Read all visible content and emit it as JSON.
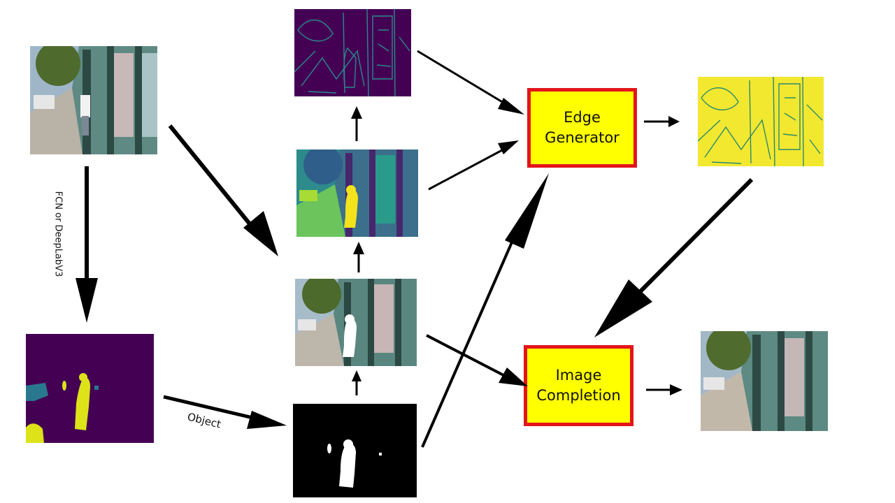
{
  "labels": {
    "segmentation_method": "FCN or DeepLabV3",
    "object": "Object"
  },
  "boxes": {
    "edge_generator": [
      "Edge",
      "Generator"
    ],
    "image_completion": [
      "Image",
      "Completion"
    ]
  },
  "images": [
    {
      "name": "input-street-photo",
      "kind": "photo"
    },
    {
      "name": "segmentation-map",
      "kind": "segmentation"
    },
    {
      "name": "object-mask",
      "kind": "mask"
    },
    {
      "name": "masked-photo",
      "kind": "photo-masked"
    },
    {
      "name": "grayscale-heatmap",
      "kind": "heatmap"
    },
    {
      "name": "edge-map-dark",
      "kind": "edge-dark"
    },
    {
      "name": "edge-map-completed",
      "kind": "edge-yellow"
    },
    {
      "name": "completed-photo",
      "kind": "photo-completed"
    }
  ],
  "colors": {
    "box_fill": "#ffff00",
    "box_border": "#e3141a",
    "arrow": "#000000",
    "seg_background": "#440154",
    "seg_person": "#dde318",
    "seg_other": "#2a788e",
    "edge_dark_bg": "#440154",
    "edge_dark_line": "#2a8a8c",
    "edge_yellow_bg": "#f2e830",
    "edge_yellow_line": "#2a8a6c"
  }
}
